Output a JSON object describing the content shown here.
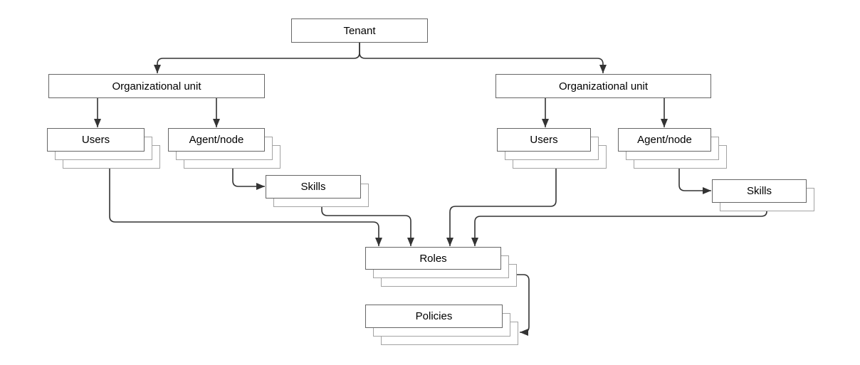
{
  "diagram": {
    "nodes": {
      "tenant": {
        "label": "Tenant"
      },
      "org_unit_left": {
        "label": "Organizational unit"
      },
      "org_unit_right": {
        "label": "Organizational unit"
      },
      "users_left": {
        "label": "Users"
      },
      "agent_node_left": {
        "label": "Agent/node"
      },
      "users_right": {
        "label": "Users"
      },
      "agent_node_right": {
        "label": "Agent/node"
      },
      "skills_left": {
        "label": "Skills"
      },
      "skills_right": {
        "label": "Skills"
      },
      "roles": {
        "label": "Roles"
      },
      "policies": {
        "label": "Policies"
      }
    },
    "edges": [
      {
        "from": "tenant",
        "to": "org_unit_left"
      },
      {
        "from": "tenant",
        "to": "org_unit_right"
      },
      {
        "from": "org_unit_left",
        "to": "users_left"
      },
      {
        "from": "org_unit_left",
        "to": "agent_node_left"
      },
      {
        "from": "org_unit_right",
        "to": "users_right"
      },
      {
        "from": "org_unit_right",
        "to": "agent_node_right"
      },
      {
        "from": "agent_node_left",
        "to": "skills_left"
      },
      {
        "from": "agent_node_right",
        "to": "skills_right"
      },
      {
        "from": "users_left",
        "to": "roles"
      },
      {
        "from": "skills_left",
        "to": "roles"
      },
      {
        "from": "users_right",
        "to": "roles"
      },
      {
        "from": "skills_right",
        "to": "roles"
      },
      {
        "from": "roles",
        "to": "policies"
      }
    ],
    "colors": {
      "background": "#ffffff",
      "box_fill": "#ffffff",
      "box_border": "#666666",
      "stack_border": "#a3a3a3",
      "connector": "#333333",
      "text": "#000000"
    }
  }
}
